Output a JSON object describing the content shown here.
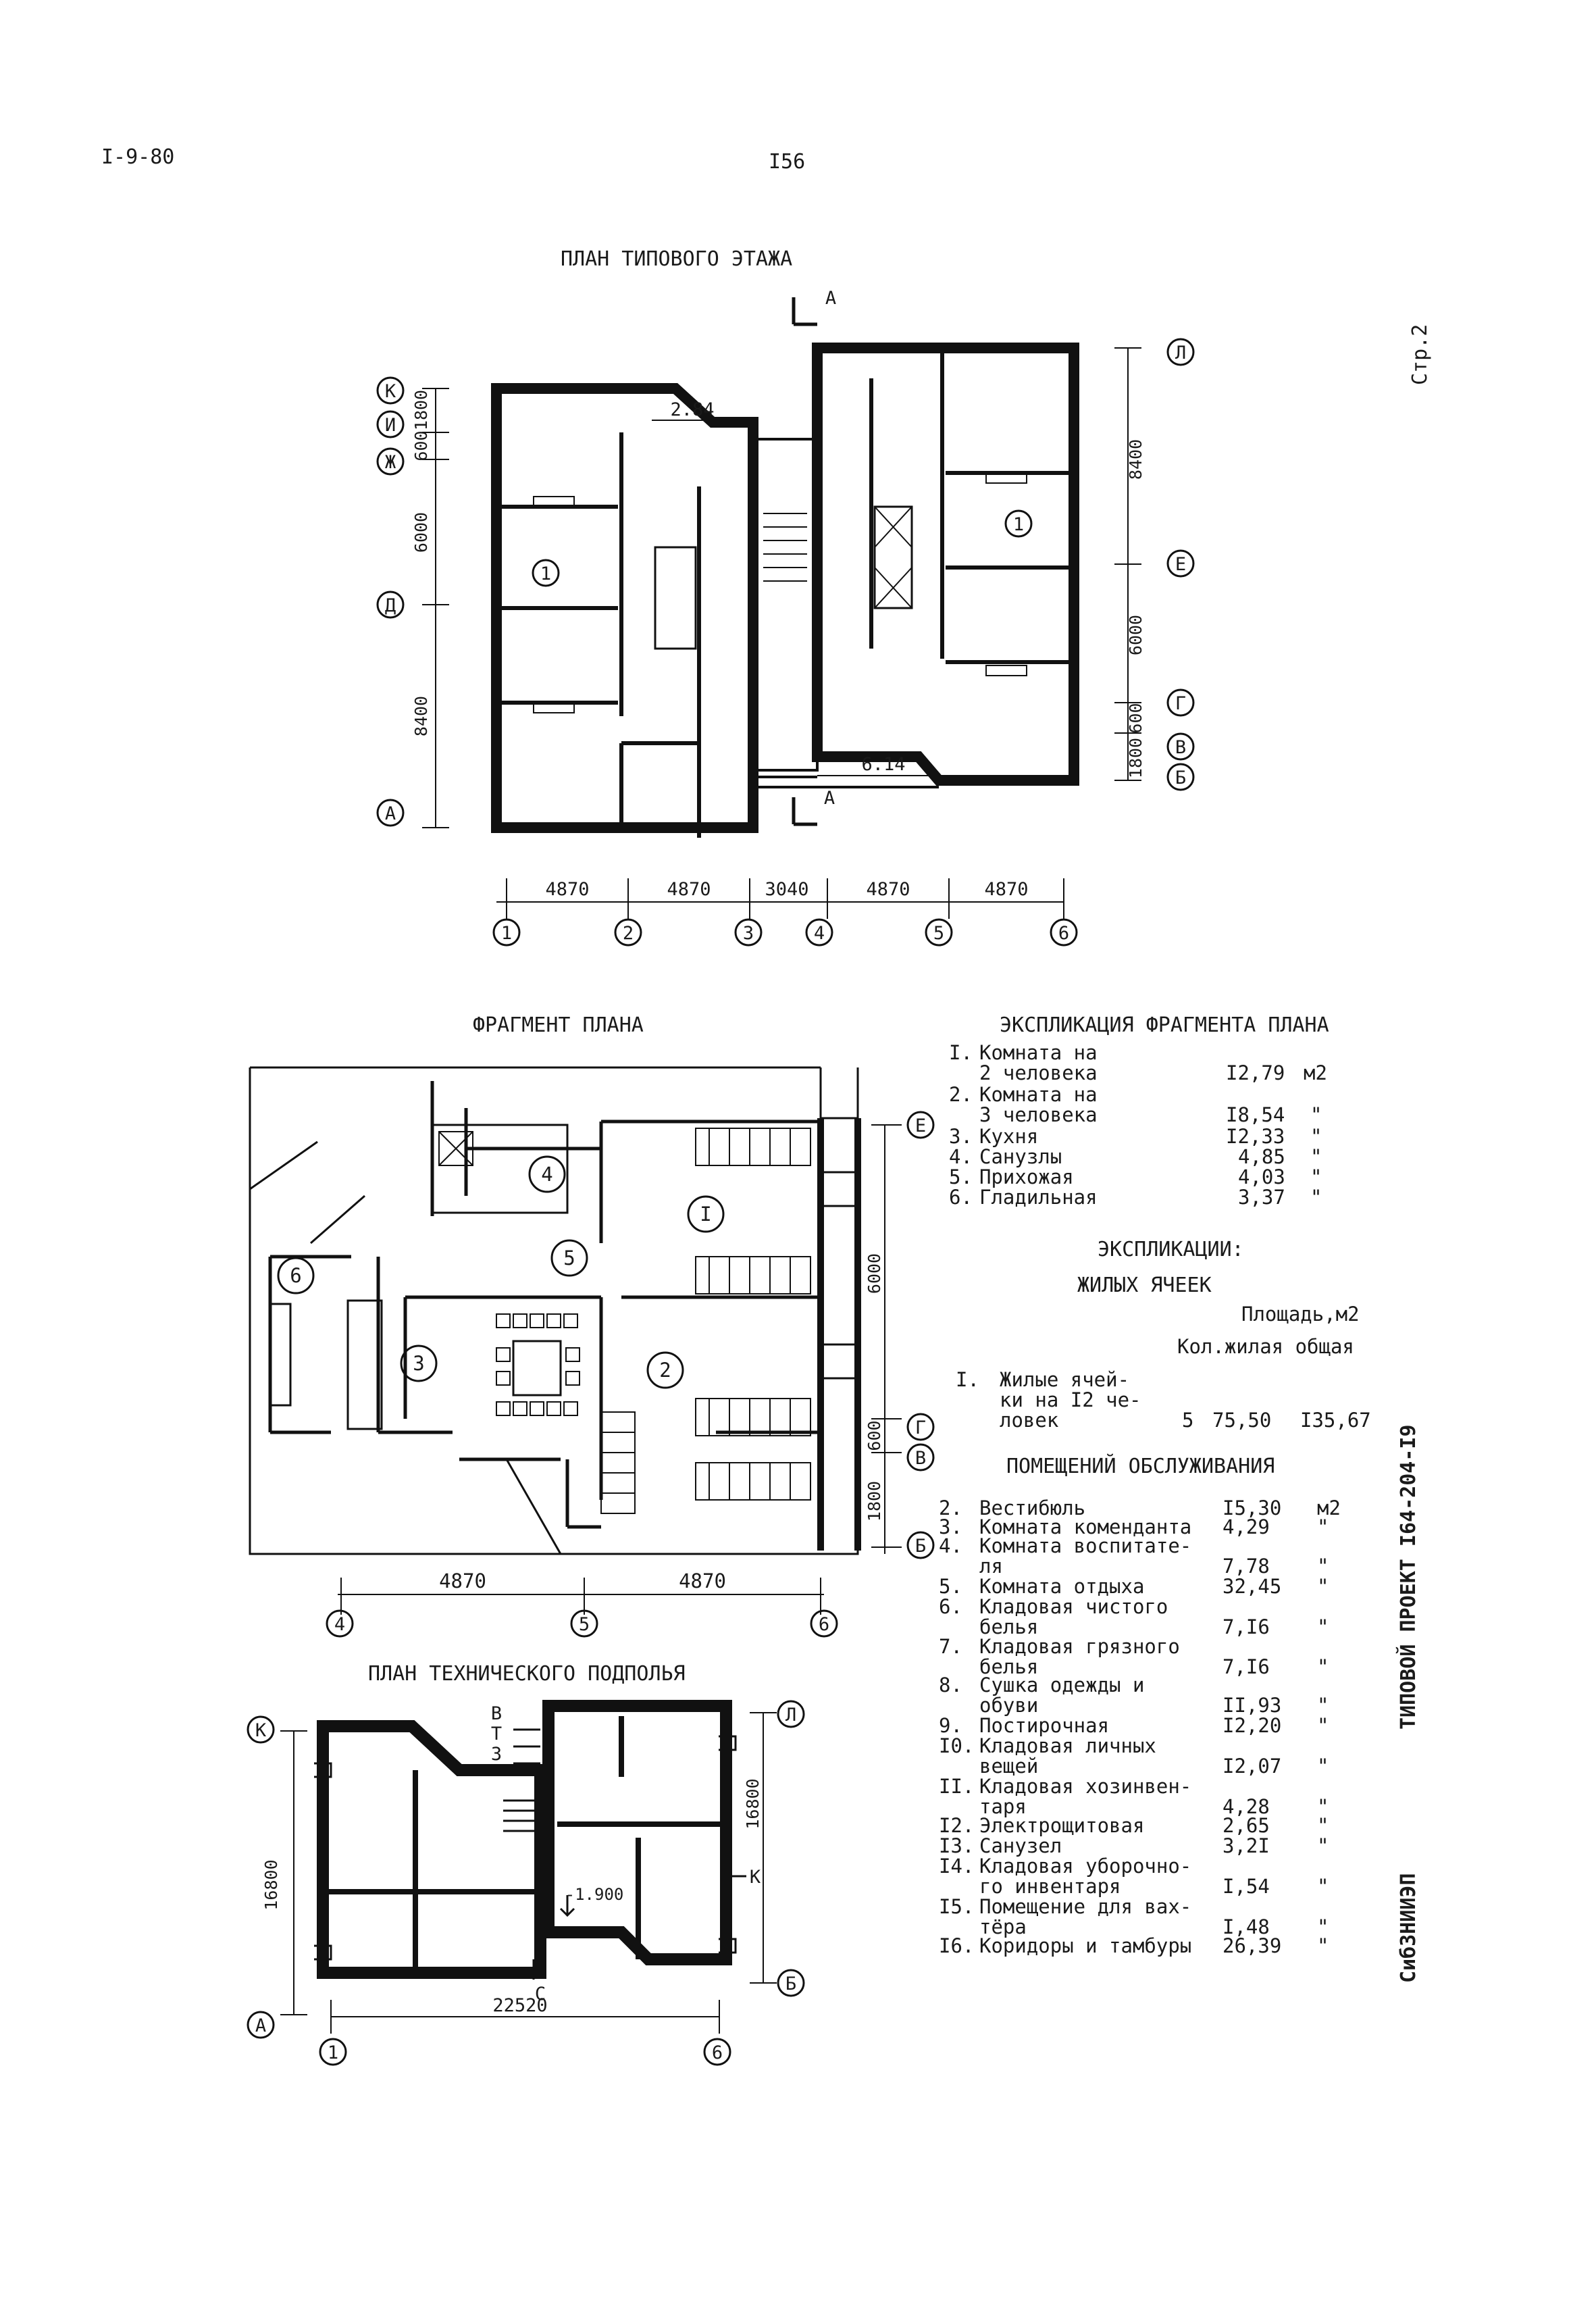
{
  "header": {
    "series_code": "I-9-80",
    "page_number": "I56",
    "sheet_label": "Стр.2"
  },
  "side_stamp": {
    "project": "ТИПОВОЙ ПРОЕКТ  I64-204-I9",
    "institute": "СибЗНИИЭП"
  },
  "floor_plan": {
    "title": "ПЛАН ТИПОВОГО ЭТАЖА",
    "section_mark": "А",
    "apartment_mark": "1",
    "dim_top_left": "2.84",
    "dim_bottom_right": "6.14",
    "axes_letters_left": [
      "К",
      "И",
      "Ж",
      "Д",
      "А"
    ],
    "axes_letters_right": [
      "Л",
      "Е",
      "Г",
      "В",
      "Б"
    ],
    "axes_numbers": [
      "1",
      "2",
      "3",
      "4",
      "5",
      "6"
    ],
    "dims_bottom": [
      "4870",
      "4870",
      "3040",
      "4870",
      "4870"
    ],
    "dims_left": [
      "1800",
      "600",
      "6000",
      "8400"
    ],
    "dims_right": [
      "8400",
      "6000",
      "600",
      "1800"
    ]
  },
  "fragment_plan": {
    "title": "ФРАГМЕНТ ПЛАНА",
    "room_marks": [
      "4",
      "5",
      "6",
      "3",
      "I",
      "2"
    ],
    "axes_letters": [
      "Е",
      "Г",
      "В",
      "Б"
    ],
    "axes_numbers": [
      "4",
      "5",
      "6"
    ],
    "dims_bottom": [
      "4870",
      "4870"
    ],
    "dims_right": [
      "6000",
      "600",
      "1800"
    ]
  },
  "basement_plan": {
    "title": "ПЛАН ТЕХНИЧЕСКОГО ПОДПОЛЬЯ",
    "marks_vtz": [
      "В",
      "Т",
      "З"
    ],
    "mark_k": "К",
    "mark_c": "С",
    "level": "-1.900",
    "dim_width": "22520",
    "dim_height_left": "16800",
    "dim_height_right": "16800",
    "axes_letters": [
      "К",
      "А",
      "Л",
      "Б"
    ],
    "axes_numbers": [
      "1",
      "6"
    ]
  },
  "explication_fragment": {
    "title": "ЭКСПЛИКАЦИЯ ФРАГМЕНТА ПЛАНА",
    "rows": [
      {
        "num": "I.",
        "lines": [
          "Комната на",
          "2 человека"
        ],
        "value": "I2,79",
        "unit": "м2"
      },
      {
        "num": "2.",
        "lines": [
          "Комната на",
          "3 человека"
        ],
        "value": "I8,54",
        "unit": "\""
      },
      {
        "num": "3.",
        "lines": [
          "Кухня"
        ],
        "value": "I2,33",
        "unit": "\""
      },
      {
        "num": "4.",
        "lines": [
          "Санузлы"
        ],
        "value": "4,85",
        "unit": "\""
      },
      {
        "num": "5.",
        "lines": [
          "Прихожая"
        ],
        "value": "4,03",
        "unit": "\""
      },
      {
        "num": "6.",
        "lines": [
          "Гладильная"
        ],
        "value": "3,37",
        "unit": "\""
      }
    ]
  },
  "explication_cells": {
    "title1": "ЭКСПЛИКАЦИИ:",
    "title2": "ЖИЛЫХ ЯЧЕЕК",
    "area_header": "Площадь,м2",
    "columns_header": "Кол.жилая общая",
    "row": {
      "num": "I.",
      "lines": [
        "Жилые ячей-",
        "ки на I2 че-",
        "ловек"
      ],
      "count": "5",
      "living": "75,50",
      "total": "I35,67"
    }
  },
  "explication_service": {
    "title": "ПОМЕЩЕНИЙ ОБСЛУЖИВАНИЯ",
    "rows": [
      {
        "num": "2.",
        "lines": [
          "Вестибюль"
        ],
        "value": "I5,30",
        "unit": "м2"
      },
      {
        "num": "3.",
        "lines": [
          "Комната коменданта"
        ],
        "value": "4,29",
        "unit": "\""
      },
      {
        "num": "4.",
        "lines": [
          "Комната воспитате-",
          "ля"
        ],
        "value": "7,78",
        "unit": "\""
      },
      {
        "num": "5.",
        "lines": [
          "Комната отдыха"
        ],
        "value": "32,45",
        "unit": "\""
      },
      {
        "num": "6.",
        "lines": [
          "Кладовая чистого",
          "белья"
        ],
        "value": "7,I6",
        "unit": "\""
      },
      {
        "num": "7.",
        "lines": [
          "Кладовая грязного",
          "белья"
        ],
        "value": "7,I6",
        "unit": "\""
      },
      {
        "num": "8.",
        "lines": [
          "Сушка одежды и",
          "обуви"
        ],
        "value": "II,93",
        "unit": "\""
      },
      {
        "num": "9.",
        "lines": [
          "Постирочная"
        ],
        "value": "I2,20",
        "unit": "\""
      },
      {
        "num": "I0.",
        "lines": [
          "Кладовая личных",
          "вещей"
        ],
        "value": "I2,07",
        "unit": "\""
      },
      {
        "num": "II.",
        "lines": [
          "Кладовая хозинвен-",
          "таря"
        ],
        "value": "4,28",
        "unit": "\""
      },
      {
        "num": "I2.",
        "lines": [
          "Электрощитовая"
        ],
        "value": "2,65",
        "unit": "\""
      },
      {
        "num": "I3.",
        "lines": [
          "Санузел"
        ],
        "value": "3,2I",
        "unit": "\""
      },
      {
        "num": "I4.",
        "lines": [
          "Кладовая уборочно-",
          "го инвентаря"
        ],
        "value": "I,54",
        "unit": "\""
      },
      {
        "num": "I5.",
        "lines": [
          "Помещение для вах-",
          "тёра"
        ],
        "value": "I,48",
        "unit": "\""
      },
      {
        "num": "I6.",
        "lines": [
          "Коридоры и тамбуры"
        ],
        "value": "26,39",
        "unit": "\""
      }
    ]
  }
}
